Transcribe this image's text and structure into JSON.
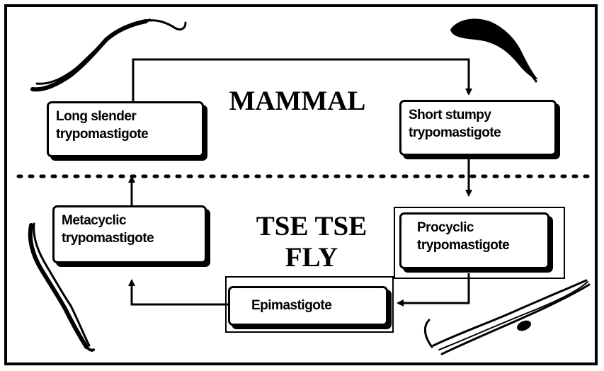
{
  "hosts": {
    "mammal": "MAMMAL",
    "fly_line1": "TSE TSE",
    "fly_line2": "FLY"
  },
  "stages": {
    "long_slender": {
      "line1": "Long slender",
      "line2": "trypomastigote"
    },
    "short_stumpy": {
      "line1": "Short stumpy",
      "line2": "trypomastigote"
    },
    "metacyclic": {
      "line1": "Metacyclic",
      "line2": "trypomastigote"
    },
    "procyclic": {
      "line1": "Procyclic",
      "line2": "trypomastigote"
    },
    "epimastigote": {
      "line1": "Epimastigote"
    }
  },
  "colors": {
    "ink": "#000000",
    "background": "#ffffff"
  }
}
